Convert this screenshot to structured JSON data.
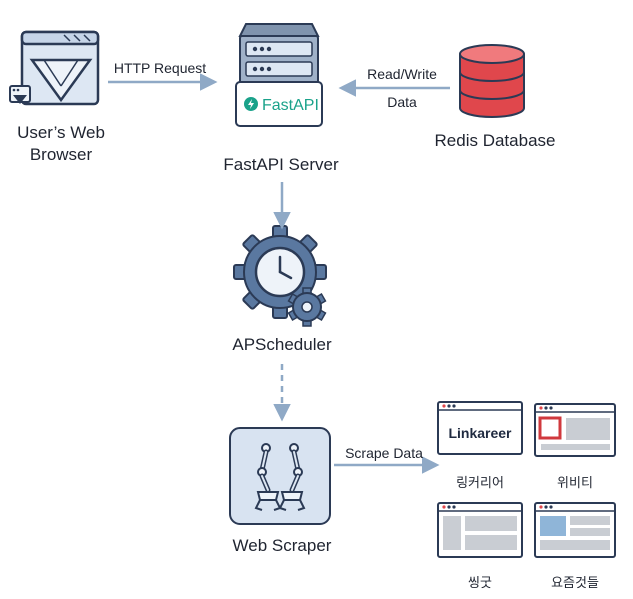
{
  "nodes": {
    "browser": {
      "label_line1": "User’s Web",
      "label_line2": "Browser"
    },
    "server": {
      "label": "FastAPI Server",
      "badge": "FastAPI"
    },
    "redis": {
      "label": "Redis Database"
    },
    "scheduler": {
      "label": "APScheduler"
    },
    "scraper": {
      "label": "Web Scraper"
    }
  },
  "edges": {
    "http_request": "HTTP Request",
    "read_write_1": "Read/Write",
    "read_write_2": "Data",
    "scrape_data": "Scrape Data"
  },
  "sites": [
    {
      "name": "링커리어",
      "logo": "Linkareer"
    },
    {
      "name": "위비티"
    },
    {
      "name": "씽굿"
    },
    {
      "name": "요즘것들"
    }
  ],
  "colors": {
    "arrow": "#8fa9c6",
    "outline": "#2b3a55",
    "panel_blue": "#dde7f3",
    "redis_red": "#e0474c",
    "fastapi_teal": "#1aa28a"
  }
}
